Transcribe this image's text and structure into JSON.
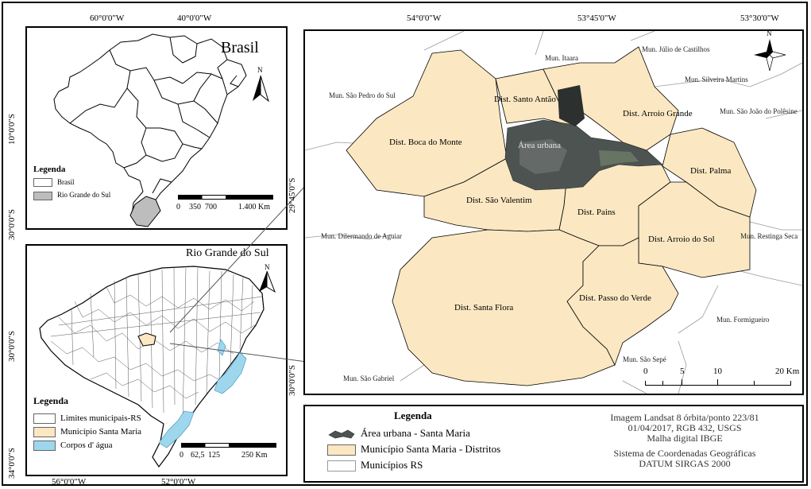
{
  "colors": {
    "district_fill": "#fbe8c2",
    "rs_fill": "#bdbdbd",
    "water_fill": "#9ed6ee",
    "urban_fill": "#4d5350",
    "border": "#000000"
  },
  "brazil_panel": {
    "title": "Brasil",
    "coords_top": [
      "60°0'0\"W",
      "40°0'0\"W"
    ],
    "coords_left": [
      "10°0'0\"S",
      "30°0'0\"S"
    ],
    "legend": {
      "title": "Legenda",
      "items": [
        "Brasil",
        "Rio Grande do Sul"
      ]
    },
    "scale": {
      "labels": [
        "0",
        "350",
        "700",
        "1.400 Km"
      ]
    },
    "north": "N"
  },
  "rs_panel": {
    "title": "Rio Grande do Sul",
    "coords_left": [
      "30°0'0\"S",
      "34°0'0\"S"
    ],
    "coords_bottom": [
      "56°0'0\"W",
      "52°0'0\"W"
    ],
    "legend": {
      "title": "Legenda",
      "items": [
        "Limites municipais-RS",
        "Município Santa Maria",
        "Corpos d' água"
      ]
    },
    "scale": {
      "labels": [
        "0",
        "62,5",
        "125",
        "250 Km"
      ]
    },
    "north": "N"
  },
  "main_map": {
    "coords_top": [
      "54°0'0\"W",
      "53°45'0\"W",
      "53°30'0\"W"
    ],
    "coords_left": [
      "29°45'0\"S",
      "30°0'0\"S"
    ],
    "north": "N",
    "districts": [
      "Dist. Boca do Monte",
      "Dist. Santo Antão",
      "Dist. Arroio Grande",
      "Dist. Palma",
      "Dist. São Valentim",
      "Dist. Pains",
      "Dist. Arroio do Sol",
      "Dist. Santa Flora",
      "Dist. Passo do Verde",
      "Área urbana"
    ],
    "municipalities": [
      "Mun. Itaara",
      "Mun. Júlio de Castilhos",
      "Mun. Silveira Martins",
      "Mun. São João do Polêsine",
      "Mun. São Pedro do Sul",
      "Mun. Dilermando de Aguiar",
      "Mun. Restinga Seca",
      "Mun. Formigueiro",
      "Mun. São Sepé",
      "Mun. São Gabriel"
    ],
    "scale": {
      "labels": [
        "0",
        "5",
        "10",
        "20 Km"
      ]
    }
  },
  "bottom_legend": {
    "title": "Legenda",
    "items": [
      "Área urbana - Santa Maria",
      "Município Santa Maria - Distritos",
      "Municípios RS"
    ],
    "credits": [
      "Imagem Landsat 8 órbita/ponto 223/81",
      "01/04/2017, RGB 432, USGS",
      "Malha digital IBGE",
      "Sistema de Coordenadas Geográficas",
      "DATUM SIRGAS 2000"
    ]
  }
}
